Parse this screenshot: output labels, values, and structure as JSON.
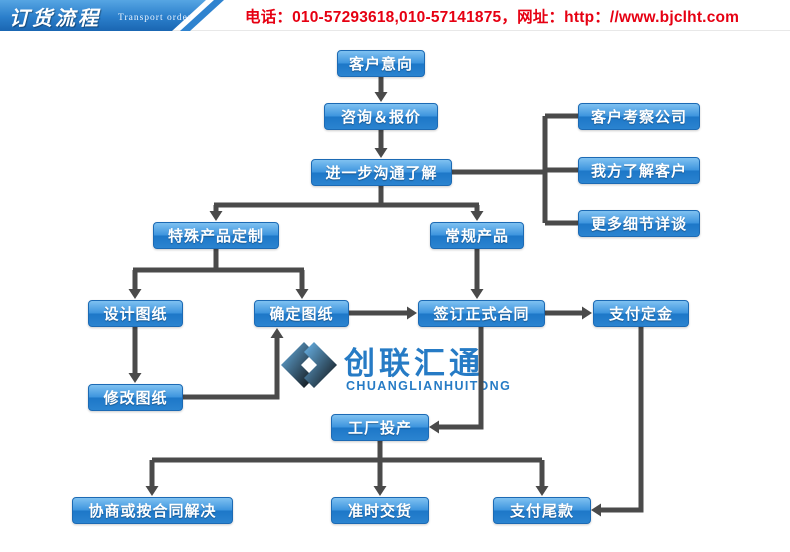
{
  "header": {
    "title": "订货流程",
    "subtitle": "Transport order",
    "contact": "电话：010-57293618,010-57141875，网址：http：//www.bjclht.com"
  },
  "watermark": {
    "name": "创联汇通",
    "name_en": "CHUANGLIANHUITONG"
  },
  "flow": {
    "nodes": {
      "intent": "客户意向",
      "quote": "咨询＆报价",
      "communicate": "进一步沟通了解",
      "visit": "客户考察公司",
      "know": "我方了解客户",
      "details": "更多细节详谈",
      "custom": "特殊产品定制",
      "regular": "常规产品",
      "design": "设计图纸",
      "confirm": "确定图纸",
      "modify": "修改图纸",
      "contract": "签订正式合同",
      "deposit": "支付定金",
      "production": "工厂投产",
      "negotiate": "协商或按合同解决",
      "delivery": "准时交货",
      "balance": "支付尾款"
    }
  },
  "colors": {
    "node_blue": "#2b84d0",
    "arrow_gray": "#4a4a4a",
    "contact_red": "#e60012",
    "brand_blue": "#1b74c2",
    "banner_blue": "#1a66b2"
  }
}
